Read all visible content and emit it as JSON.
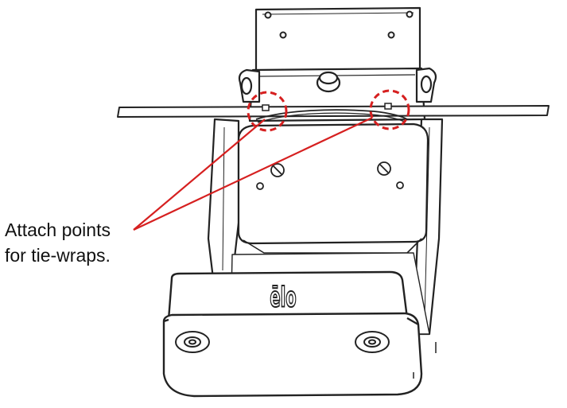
{
  "callout": {
    "line1": "Attach points",
    "line2": "for tie-wraps."
  },
  "logo": {
    "text": "ēlo"
  },
  "colors": {
    "line_art": "#222222",
    "highlight": "#d62020",
    "background": "#ffffff"
  }
}
